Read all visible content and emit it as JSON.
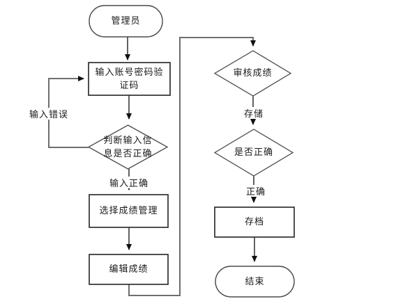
{
  "diagram": {
    "type": "flowchart",
    "nodes": {
      "start": {
        "label": "管理员",
        "shape": "terminator"
      },
      "input_credentials": {
        "label": "输入账号密码验证码",
        "shape": "process"
      },
      "check_input": {
        "label": "判断输入信息是否正确",
        "shape": "decision"
      },
      "select_grade": {
        "label": "选择成绩管理",
        "shape": "process"
      },
      "edit_grade": {
        "label": "编辑成绩",
        "shape": "process"
      },
      "review_grade": {
        "label": "审核成绩",
        "shape": "decision"
      },
      "is_correct": {
        "label": "是否正确",
        "shape": "decision"
      },
      "archive": {
        "label": "存档",
        "shape": "process"
      },
      "end": {
        "label": "结束",
        "shape": "terminator"
      }
    },
    "edge_labels": {
      "input_error": "输入错误",
      "input_correct": "输入正确",
      "store": "存储",
      "correct": "正确"
    },
    "colors": {
      "background": "#ffffff",
      "shape_fill": "#ffffff",
      "shape_border": "#2f2f2f",
      "connector": "#6e6e6e",
      "arrow": "#111111",
      "text": "#1a1a1a"
    }
  }
}
